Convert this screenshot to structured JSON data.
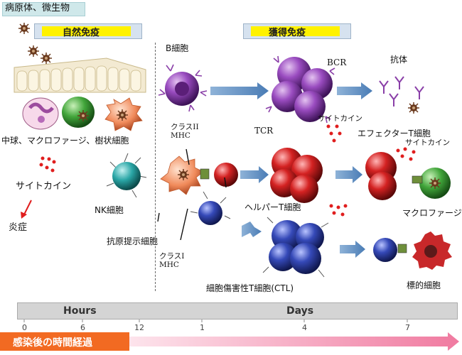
{
  "header": {
    "pathogen_label": "病原体、微生物",
    "innate_label": "自然免疫",
    "adaptive_label": "獲得免疫"
  },
  "cells": {
    "innate_cells_label": "中球、マクロファージ、樹状細胞",
    "cytokine_label_left": "サイトカイン",
    "inflammation_label": "炎症",
    "nk_label": "NK細胞",
    "b_cell_label": "B細胞",
    "bcr_label": "BCR",
    "antibody_label": "抗体",
    "cytokine_label_mid": "サイトカイン",
    "cytokine_label_right": "サイトカイン",
    "class2_label": "クラスII\nMHC",
    "tcr_label": "TCR",
    "effector_t_label": "エフェクターT細胞",
    "helper_t_label": "ヘルパーT細胞",
    "macrophage_label": "マクロファージ",
    "apc_label": "抗原提示細胞",
    "class1_label": "クラスI\nMHC",
    "ctl_label": "細胞傷害性T細胞(CTL)",
    "target_label": "標的細胞"
  },
  "timeline": {
    "hours_label": "Hours",
    "days_label": "Days",
    "ticks": [
      "0",
      "6",
      "12",
      "1",
      "4",
      "7"
    ],
    "axis_title": "感染後の時間経過"
  },
  "colors": {
    "innate_bar": "#fff200",
    "timeline_arrow": "#f26a22",
    "b_cell": "#8a3fa8",
    "helper_t": "#c81e1e",
    "ctl": "#2c3f9e",
    "macrophage": "#3fa33a",
    "nk": "#2aa6a6"
  }
}
